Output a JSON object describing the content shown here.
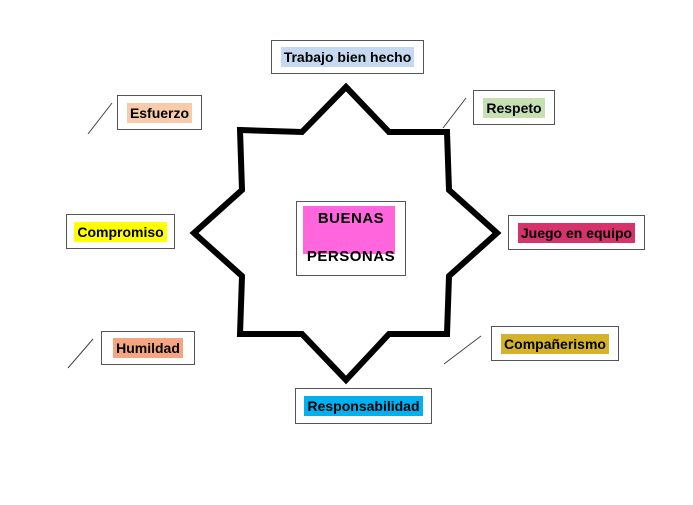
{
  "center": {
    "line1": "BUENAS",
    "line2": "PERSONAS",
    "color": "#ff66dd"
  },
  "labels": {
    "trabajo": {
      "text": "Trabajo bien hecho",
      "color": "#c5d9f1"
    },
    "esfuerzo": {
      "text": "Esfuerzo",
      "color": "#f8cbad"
    },
    "respeto": {
      "text": "Respeto",
      "color": "#c6e0b4"
    },
    "compromiso": {
      "text": "Compromiso",
      "color": "#ffff00"
    },
    "juego": {
      "text": "Juego en equipo",
      "color": "#d6336c"
    },
    "humildad": {
      "text": "Humildad",
      "color": "#f4a582"
    },
    "companerismo": {
      "text": "Compañerismo",
      "color": "#d4b32a"
    },
    "responsabilidad": {
      "text": "Responsabilidad",
      "color": "#00b0f0"
    }
  },
  "shape": {
    "type": "eight-point-star",
    "stroke_color": "#000000"
  }
}
